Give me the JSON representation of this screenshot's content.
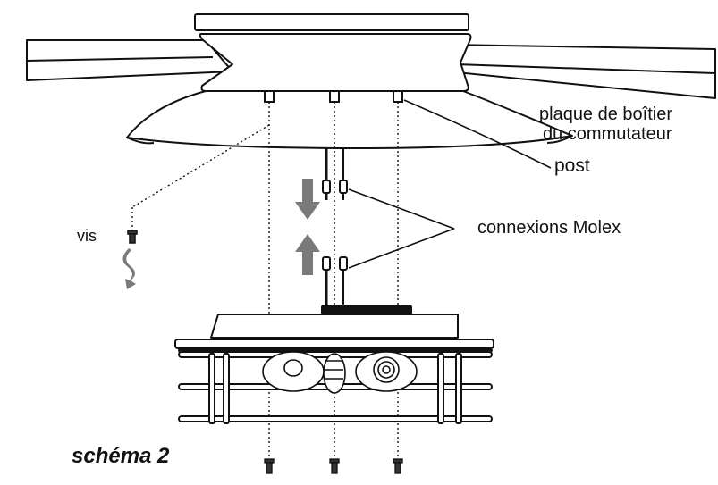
{
  "labels": {
    "switch_housing_plate_line1": "plaque de boîtier",
    "switch_housing_plate_line2": "du commutateur",
    "post": "post",
    "molex_connections": "connexions Molex",
    "screw": "vis",
    "caption": "schéma 2"
  },
  "colors": {
    "line": "#111111",
    "arrow": "#7a7a7a",
    "background": "#ffffff"
  }
}
